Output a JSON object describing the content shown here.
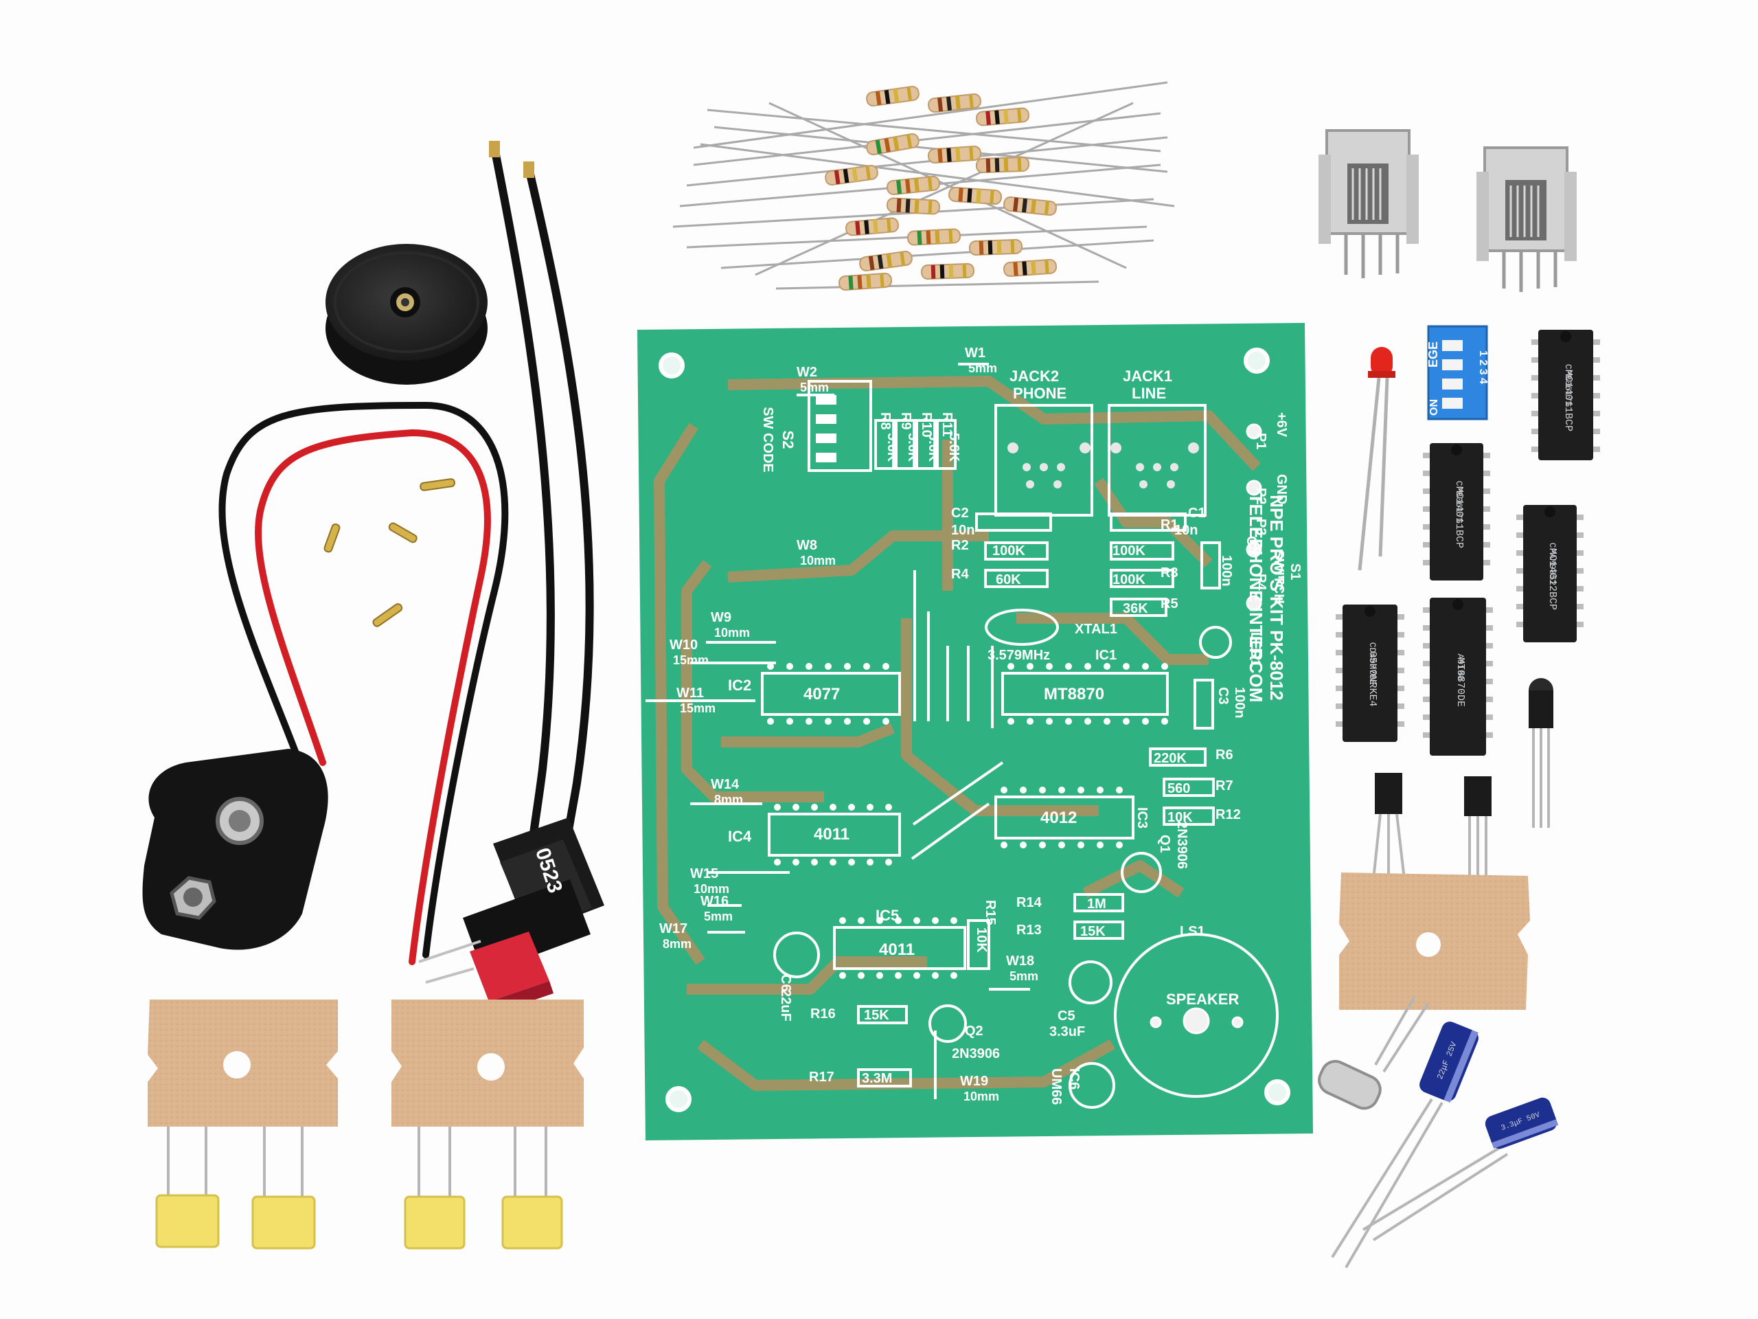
{
  "colors": {
    "background": "#fdfdfd",
    "pcb": "#2fb182",
    "pcb_trace": "#b38f5f",
    "silkscreen": "#ffffff",
    "cardboard": "#dcb58f",
    "capacitor_yellow": "#f2e06a",
    "ic_black": "#1e1e1e",
    "elcap_blue": "#1d2f8f",
    "button_red": "#d8283a",
    "dip_blue": "#2f86e0"
  },
  "pcb": {
    "jack2": "JACK2",
    "jack2_sub": "PHONE",
    "jack1": "JACK1",
    "jack1_sub": "LINE",
    "s2": "S2",
    "s2_sub": "SW CODE",
    "brand_line1": "NPE PRO'S KIT  PK-8012",
    "brand_line2": "TELEPHONE INTERCOM",
    "ic2": "IC2",
    "ic2_part": "4077",
    "ic1": "IC1",
    "ic1_part": "MT8870",
    "ic4": "IC4",
    "ic4_part": "4011",
    "ic3": "IC3",
    "ic3_part": "4012",
    "ic5": "IC5",
    "ic5_part": "4011",
    "ic6": "IC6",
    "ic6_part": "UM66",
    "xtal": "XTAL1",
    "xtal_freq": "3.579MHz",
    "ls1": "LS1",
    "speaker": "SPEAKER",
    "q1": "Q1",
    "q1_part": "2N3906",
    "q2": "Q2",
    "q2_part": "2N3906",
    "c1": "C1",
    "c1_val": "10n",
    "c2": "C2",
    "c2_val": "10n",
    "c3": "C3",
    "c3_val": "100n",
    "c4": "C4",
    "c4_val": "100n",
    "c5": "C5",
    "c5_val": "3.3uF",
    "c6": "C6",
    "c6_val": "22uF",
    "led1": "LED1",
    "s1": "S1",
    "s1_sub": "SWITCH",
    "p1": "P1",
    "p1_sub": "+6V",
    "p2": "P2",
    "p2_sub": "GND",
    "p3": "P3",
    "p4": "P4",
    "resistors": [
      {
        "ref": "R1",
        "val": "100K"
      },
      {
        "ref": "R2",
        "val": "100K"
      },
      {
        "ref": "R3",
        "val": "100K"
      },
      {
        "ref": "R4",
        "val": "60K"
      },
      {
        "ref": "R5",
        "val": "36K"
      },
      {
        "ref": "R6",
        "val": "220K"
      },
      {
        "ref": "R7",
        "val": "560"
      },
      {
        "ref": "R8",
        "val": "5.6K"
      },
      {
        "ref": "R9",
        "val": "5.6K"
      },
      {
        "ref": "R10",
        "val": "5.6K"
      },
      {
        "ref": "R11",
        "val": "5.6K"
      },
      {
        "ref": "R12",
        "val": "10K"
      },
      {
        "ref": "R13",
        "val": "15K"
      },
      {
        "ref": "R14",
        "val": "1M"
      },
      {
        "ref": "R15",
        "val": "10K"
      },
      {
        "ref": "R16",
        "val": "15K"
      },
      {
        "ref": "R17",
        "val": "3.3M"
      }
    ],
    "wires": [
      {
        "ref": "W1",
        "len": "5mm"
      },
      {
        "ref": "W2",
        "len": "5mm"
      },
      {
        "ref": "W8",
        "len": "10mm"
      },
      {
        "ref": "W9",
        "len": "10mm"
      },
      {
        "ref": "W10",
        "len": "15mm"
      },
      {
        "ref": "W11",
        "len": "15mm"
      },
      {
        "ref": "W14",
        "len": "8mm"
      },
      {
        "ref": "W15",
        "len": "10mm"
      },
      {
        "ref": "W16",
        "len": "5mm"
      },
      {
        "ref": "W17",
        "len": "8mm"
      },
      {
        "ref": "W18",
        "len": "5mm"
      },
      {
        "ref": "W19",
        "len": "10mm"
      }
    ]
  },
  "components": {
    "switch_marking": "0523",
    "dip_brand": "EGE",
    "dip_on": "ON",
    "dip_numbers": "1 2 3 4",
    "loose_ics": [
      {
        "line1": "MC14011BCP",
        "line2": "CPB0617G"
      },
      {
        "line1": "MC14011BCP",
        "line2": "CPB0617G"
      },
      {
        "line1": "MC14012BCP",
        "line2": "CPAM9852"
      },
      {
        "line1": "65H0NRKE4",
        "line2": "CD4077BE"
      },
      {
        "line1": "MT8870DE",
        "line2": "A0190"
      }
    ],
    "elcap_marking_1": "22μF 25V",
    "elcap_marking_2": "3.3μF 50V"
  }
}
